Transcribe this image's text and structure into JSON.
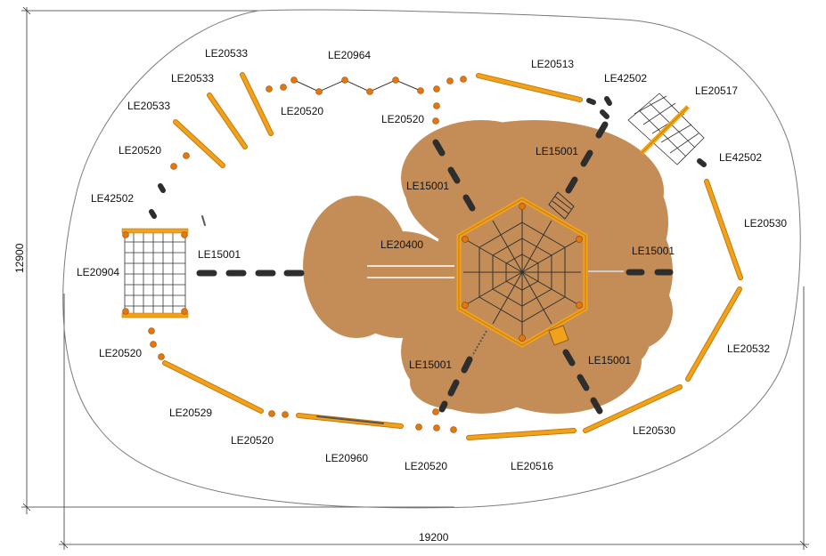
{
  "dimensions": {
    "width": "19200",
    "height": "12900"
  },
  "colors": {
    "ground": "#c48d57",
    "beam": "#f0a21b",
    "beam_edge": "#c8780a",
    "post": "#e2770f",
    "stepper": "#4a4a4a",
    "outline": "#888888",
    "net": "#333333"
  },
  "labels": {
    "l01": "LE20533",
    "l02": "LE20964",
    "l03": "LE20533",
    "l04": "LE20520",
    "l05": "LE20513",
    "l06": "LE42502",
    "l07": "LE20533",
    "l08": "LE20520",
    "l09": "LE20517",
    "l10": "LE15001",
    "l11": "LE20520",
    "l12": "LE42502",
    "l13": "LE15001",
    "l14": "LE42502",
    "l15": "LE20530",
    "l16": "LE20400",
    "l17": "LE15001",
    "l18": "LE15001",
    "l19": "LE20904",
    "l20": "LE20532",
    "l21": "LE20520",
    "l22": "LE15001",
    "l23": "LE15001",
    "l24": "LE20529",
    "l25": "LE20530",
    "l26": "LE20520",
    "l27": "LE20960",
    "l28": "LE20520",
    "l29": "LE20516"
  }
}
